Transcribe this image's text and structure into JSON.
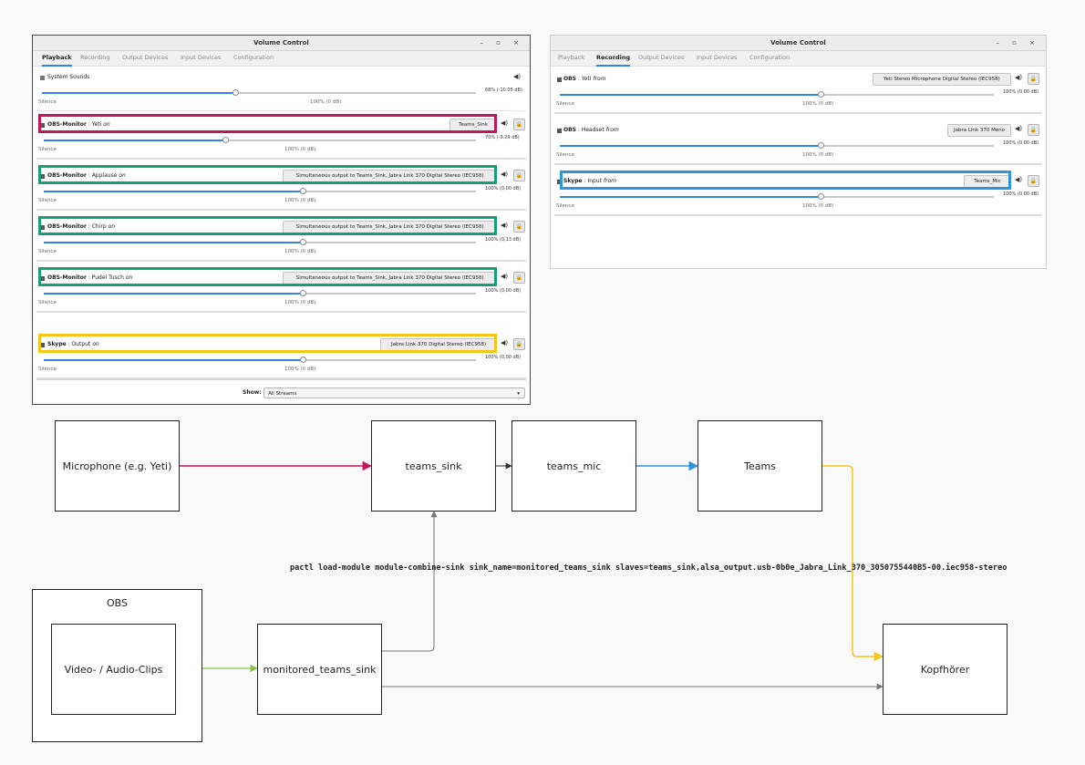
{
  "playback_window": {
    "title": "Volume Control",
    "window_controls": "– ▫ ×",
    "tabs": [
      "Playback",
      "Recording",
      "Output Devices",
      "Input Devices",
      "Configuration"
    ],
    "active_tab": "Playback",
    "system_sounds": {
      "label": "System Sounds",
      "level_left": "Silence",
      "level_mid": "100% (0 dB)",
      "level_right": "68% (-10.05 dB)",
      "volume": 0.68
    },
    "streams": [
      {
        "app": "OBS-Monitor",
        "name": "Yeti",
        "verb": "on",
        "device": "Teams_Sink",
        "level_left": "Silence",
        "level_mid": "100% (0 dB)",
        "level_right": "70% (-9.29 dB)",
        "volume": 0.7,
        "highlight": "pink"
      },
      {
        "app": "OBS-Monitor",
        "name": "Applause",
        "verb": "on",
        "device": "Simultaneous output to Teams_Sink, Jabra Link 370 Digital Stereo (IEC958)",
        "level_left": "Silence",
        "level_mid": "100% (0 dB)",
        "level_right": "100% (0,00 dB)",
        "volume": 1.0,
        "highlight": "green"
      },
      {
        "app": "OBS-Monitor",
        "name": "Chirp",
        "verb": "on",
        "device": "Simultaneous output to Teams_Sink, Jabra Link 370 Digital Stereo (IEC958)",
        "level_left": "Silence",
        "level_mid": "100% (0 dB)",
        "level_right": "100% (0,13 dB)",
        "volume": 1.0,
        "highlight": "green"
      },
      {
        "app": "OBS-Monitor",
        "name": "Pudel Tusch",
        "verb": "on",
        "device": "Simultaneous output to Teams_Sink, Jabra Link 370 Digital Stereo (IEC958)",
        "level_left": "Silence",
        "level_mid": "100% (0 dB)",
        "level_right": "100% (0,00 dB)",
        "volume": 1.0,
        "highlight": "green"
      },
      {
        "app": "Skype",
        "name": "Output",
        "verb": "on",
        "device": "Jabra Link 370 Digital Stereo (IEC958)",
        "level_left": "Silence",
        "level_mid": "100% (0 dB)",
        "level_right": "100% (0,00 dB)",
        "volume": 1.0,
        "highlight": "yellow"
      }
    ],
    "show_label": "Show:",
    "show_value": "All Streams"
  },
  "recording_window": {
    "title": "Volume Control",
    "window_controls": "– ▫ ×",
    "tabs": [
      "Playback",
      "Recording",
      "Output Devices",
      "Input Devices",
      "Configuration"
    ],
    "active_tab": "Recording",
    "streams": [
      {
        "app": "OBS",
        "name": "Yeti",
        "verb": "from",
        "device": "Yeti Stereo Microphone Digital Stereo (IEC958)",
        "level_left": "Silence",
        "level_mid": "100% (0 dB)",
        "level_right": "100% (0,00 dB)",
        "volume": 1.0,
        "highlight": ""
      },
      {
        "app": "OBS",
        "name": "Headset",
        "verb": "from",
        "device": "Jabra Link 370 Mono",
        "level_left": "Silence",
        "level_mid": "100% (0 dB)",
        "level_right": "100% (0,00 dB)",
        "volume": 1.0,
        "highlight": ""
      },
      {
        "app": "Skype",
        "name": "Input",
        "verb": "from",
        "device": "Teams_Mic",
        "level_left": "Silence",
        "level_mid": "100% (0 dB)",
        "level_right": "100% (0,00 dB)",
        "volume": 1.0,
        "highlight": "blue"
      }
    ]
  },
  "colors": {
    "pink": "#c2185b",
    "green": "#1a9e7a",
    "yellow": "#f5c518",
    "blue": "#2e95d8",
    "lightgreen": "#8bc34a",
    "gray": "#777777",
    "accent": "#3584e4"
  },
  "diagram": {
    "nodes": {
      "microphone": "Microphone (e.g. Yeti)",
      "teams_sink": "teams_sink",
      "teams_mic": "teams_mic",
      "teams": "Teams",
      "obs_group": "OBS",
      "clips": "Video- / Audio-Clips",
      "monitored": "monitored_teams_sink",
      "kopfhoerer": "Kopfhörer"
    },
    "command": "pactl load-module module-combine-sink sink_name=monitored_teams_sink slaves=teams_sink,alsa_output.usb-0b0e_Jabra_Link_370_3050755440B5-00.iec958-stereo"
  }
}
